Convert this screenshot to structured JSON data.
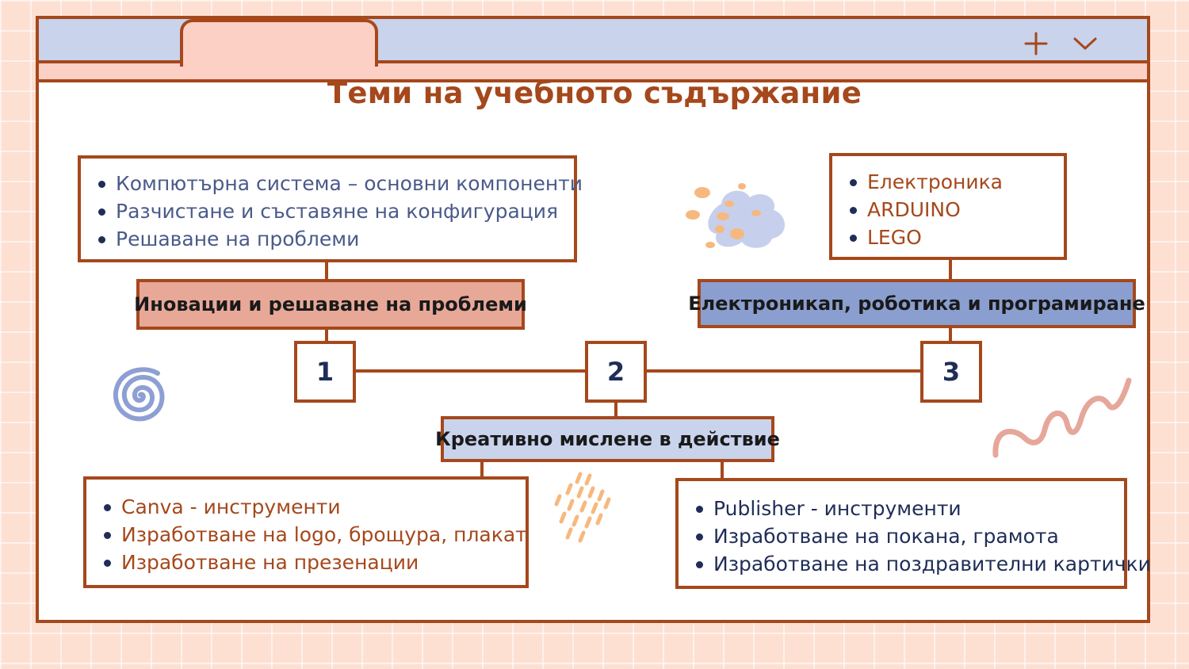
{
  "window": {
    "add_icon": "plus-icon",
    "menu_icon": "chevron-down-icon"
  },
  "title": "Теми на учебното съдържание",
  "topics": [
    {
      "number": "1",
      "label": "Иновации и решаване на проблеми",
      "label_color": "#e8a898",
      "items": [
        "Компютърна система – основни компоненти",
        "Разчистане и съставяне на конфигурация",
        "Решаване на проблеми"
      ]
    },
    {
      "number": "2",
      "label": "Креативно мислене в действие",
      "label_color": "#c9d3ec",
      "items_left": [
        "Canva - инструменти",
        "Изработване на logo, брощура, плакат",
        "Изработване на презенации"
      ],
      "items_right": [
        "Publisher - инструменти",
        "Изработване на покана, грамота",
        "Изработване на поздравителни картички"
      ]
    },
    {
      "number": "3",
      "label": "Електроникап, роботика и програмиране",
      "label_color": "#8a9fd0",
      "items": [
        "Електроника",
        "ARDUINO",
        "LEGO"
      ]
    }
  ],
  "colors": {
    "border": "#a5481c",
    "text_dark": "#1f2d57",
    "background": "#fde0d2"
  }
}
